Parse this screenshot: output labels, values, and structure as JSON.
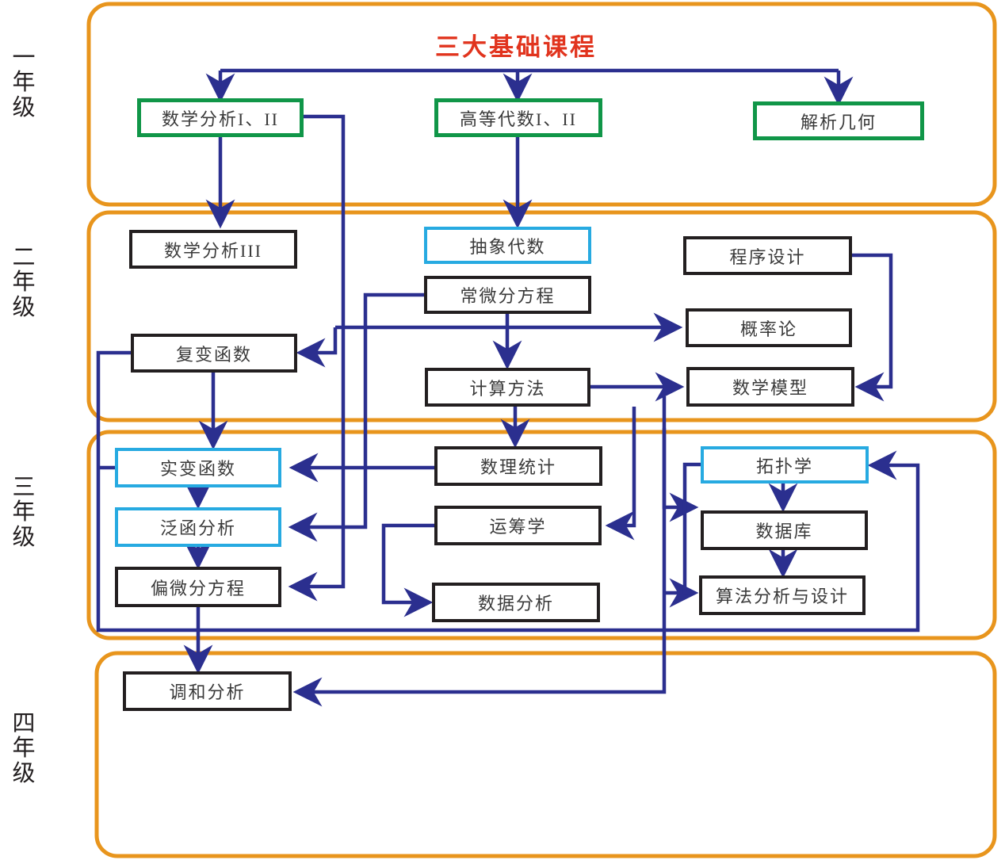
{
  "diagram": {
    "title": "三大基础课程",
    "title_color": "#e1341e",
    "frame_color": "#e8951d",
    "arrow_color": "#2b2f8f",
    "colors": {
      "green_border": "#109648",
      "cyan_border": "#27aae1",
      "black_border": "#231f20"
    },
    "years": [
      {
        "label": "一\n年\n级",
        "name": "year-1"
      },
      {
        "label": "二\n年\n级",
        "name": "year-2"
      },
      {
        "label": "三\n年\n级",
        "name": "year-3"
      },
      {
        "label": "四\n年\n级",
        "name": "year-4"
      }
    ],
    "nodes": {
      "math_analysis_12": "数学分析I、II",
      "higher_algebra_12": "高等代数I、II",
      "analytic_geometry": "解析几何",
      "math_analysis_3": "数学分析III",
      "abstract_algebra": "抽象代数",
      "ode": "常微分方程",
      "programming": "程序设计",
      "complex_function": "复变函数",
      "probability": "概率论",
      "numerical_method": "计算方法",
      "math_modeling": "数学模型",
      "real_function": "实变函数",
      "math_statistics": "数理统计",
      "topology": "拓扑学",
      "functional_analysis": "泛函分析",
      "operations_research": "运筹学",
      "database": "数据库",
      "pde": "偏微分方程",
      "data_analysis": "数据分析",
      "algorithm_design": "算法分析与设计",
      "harmonic_analysis": "调和分析"
    }
  }
}
